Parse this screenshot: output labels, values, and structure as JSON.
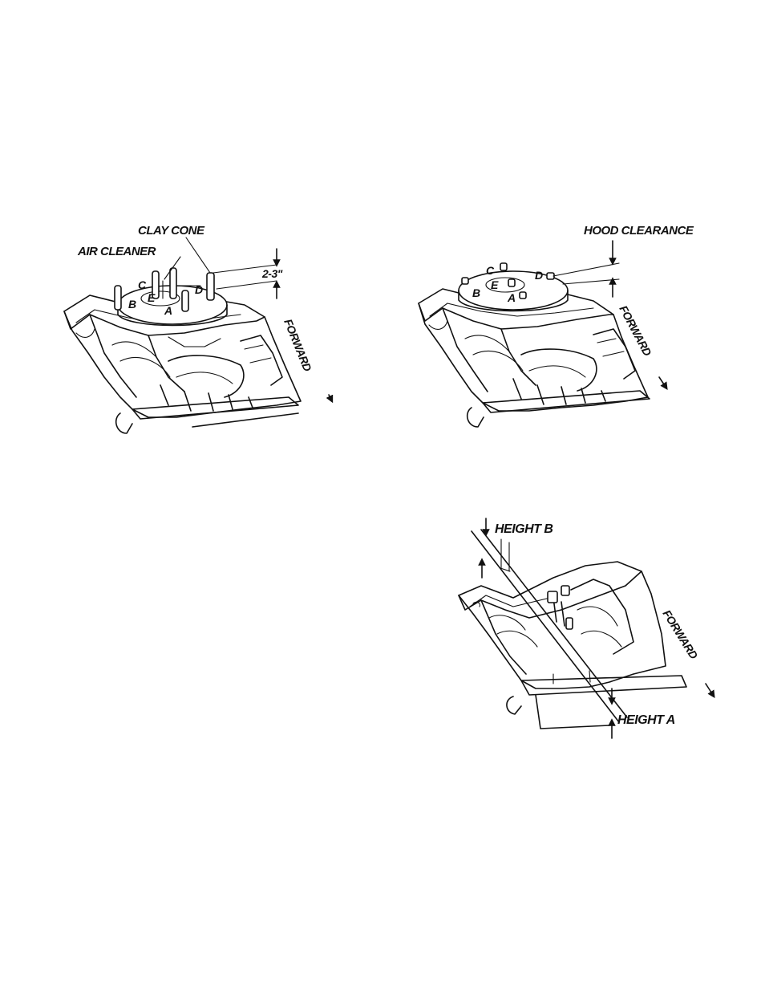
{
  "figures": [
    {
      "labels": {
        "clay_cone": "CLAY CONE",
        "air_cleaner": "AIR CLEANER",
        "dimension": "2-3\"",
        "forward": "FORWARD",
        "a": "A",
        "b": "B",
        "c": "C",
        "d": "D",
        "e": "E"
      }
    },
    {
      "labels": {
        "hood_clearance": "HOOD CLEARANCE",
        "forward": "FORWARD",
        "a": "A",
        "b": "B",
        "c": "C",
        "d": "D",
        "e": "E"
      }
    },
    {
      "labels": {
        "height_b": "HEIGHT  B",
        "height_a": "HEIGHT A",
        "forward": "FORWARD"
      }
    }
  ]
}
